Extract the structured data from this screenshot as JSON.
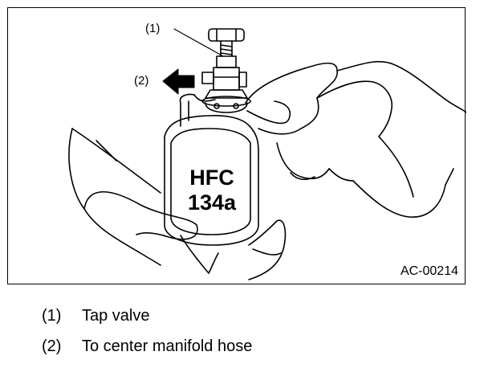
{
  "figure": {
    "figure_id": "AC-00214",
    "can_label_line1": "HFC",
    "can_label_line2": "134a",
    "callouts": [
      {
        "marker": "(1)"
      },
      {
        "marker": "(2)"
      }
    ]
  },
  "legend": [
    {
      "marker": "(1)",
      "text": "Tap valve"
    },
    {
      "marker": "(2)",
      "text": "To center manifold hose"
    }
  ]
}
